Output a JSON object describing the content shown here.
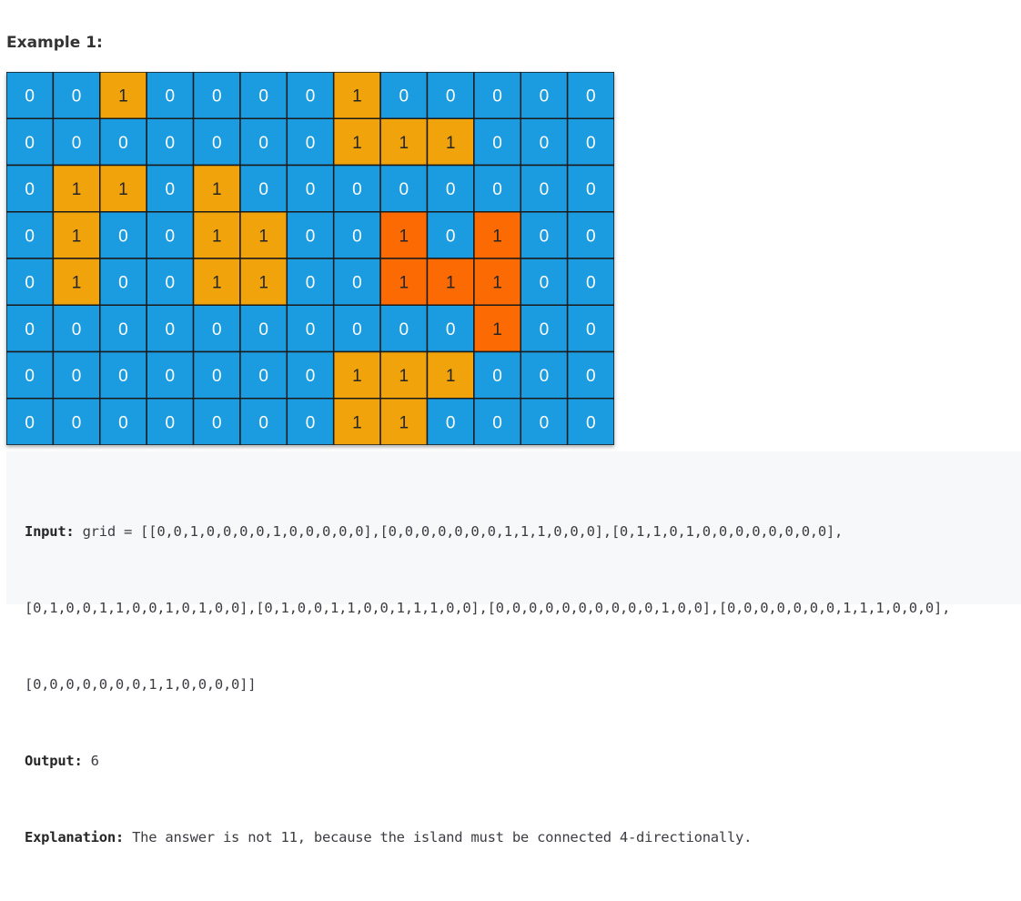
{
  "heading": "Example 1:",
  "grid": {
    "rows": [
      [
        0,
        0,
        1,
        0,
        0,
        0,
        0,
        1,
        0,
        0,
        0,
        0,
        0
      ],
      [
        0,
        0,
        0,
        0,
        0,
        0,
        0,
        1,
        1,
        1,
        0,
        0,
        0
      ],
      [
        0,
        1,
        1,
        0,
        1,
        0,
        0,
        0,
        0,
        0,
        0,
        0,
        0
      ],
      [
        0,
        1,
        0,
        0,
        1,
        1,
        0,
        0,
        1,
        0,
        1,
        0,
        0
      ],
      [
        0,
        1,
        0,
        0,
        1,
        1,
        0,
        0,
        1,
        1,
        1,
        0,
        0
      ],
      [
        0,
        0,
        0,
        0,
        0,
        0,
        0,
        0,
        0,
        0,
        1,
        0,
        0
      ],
      [
        0,
        0,
        0,
        0,
        0,
        0,
        0,
        1,
        1,
        1,
        0,
        0,
        0
      ],
      [
        0,
        0,
        0,
        0,
        0,
        0,
        0,
        1,
        1,
        0,
        0,
        0,
        0
      ]
    ],
    "highlighted_cells": [
      [
        3,
        8
      ],
      [
        3,
        10
      ],
      [
        4,
        8
      ],
      [
        4,
        9
      ],
      [
        4,
        10
      ],
      [
        5,
        10
      ]
    ],
    "colors": {
      "water": "#1b9be0",
      "land": "#f0a30a",
      "largest_island": "#fc6a03",
      "border": "#1a1a1a",
      "text": "#262626"
    }
  },
  "example": {
    "input_label": "Input:",
    "input_value": " grid = [[0,0,1,0,0,0,0,1,0,0,0,0,0],[0,0,0,0,0,0,0,1,1,1,0,0,0],[0,1,1,0,1,0,0,0,0,0,0,0,0],",
    "input_line2": "[0,1,0,0,1,1,0,0,1,0,1,0,0],[0,1,0,0,1,1,0,0,1,1,1,0,0],[0,0,0,0,0,0,0,0,0,0,1,0,0],[0,0,0,0,0,0,0,1,1,1,0,0,0],",
    "input_line3": "[0,0,0,0,0,0,0,1,1,0,0,0,0]]",
    "output_label": "Output:",
    "output_value": " 6",
    "explanation_label": "Explanation:",
    "explanation_value": " The answer is not 11, because the island must be connected 4-directionally."
  }
}
